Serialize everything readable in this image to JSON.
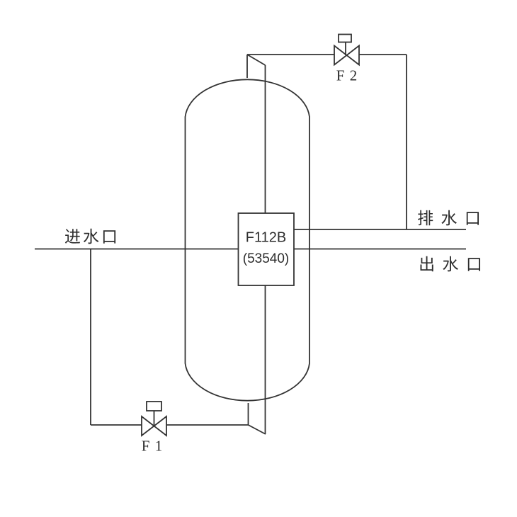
{
  "diagram": {
    "kind": "piping-schematic",
    "colors": {
      "background": "#ffffff",
      "line": "#333333",
      "text": "#2d2d2d"
    },
    "tank": {
      "id": "F112B",
      "code": "(53540)"
    },
    "valves": [
      {
        "label": "F 1"
      },
      {
        "label": "F 2"
      }
    ],
    "ports": {
      "inlet": "进水口",
      "drain": "排 水 口",
      "outlet": "出 水 口"
    }
  }
}
